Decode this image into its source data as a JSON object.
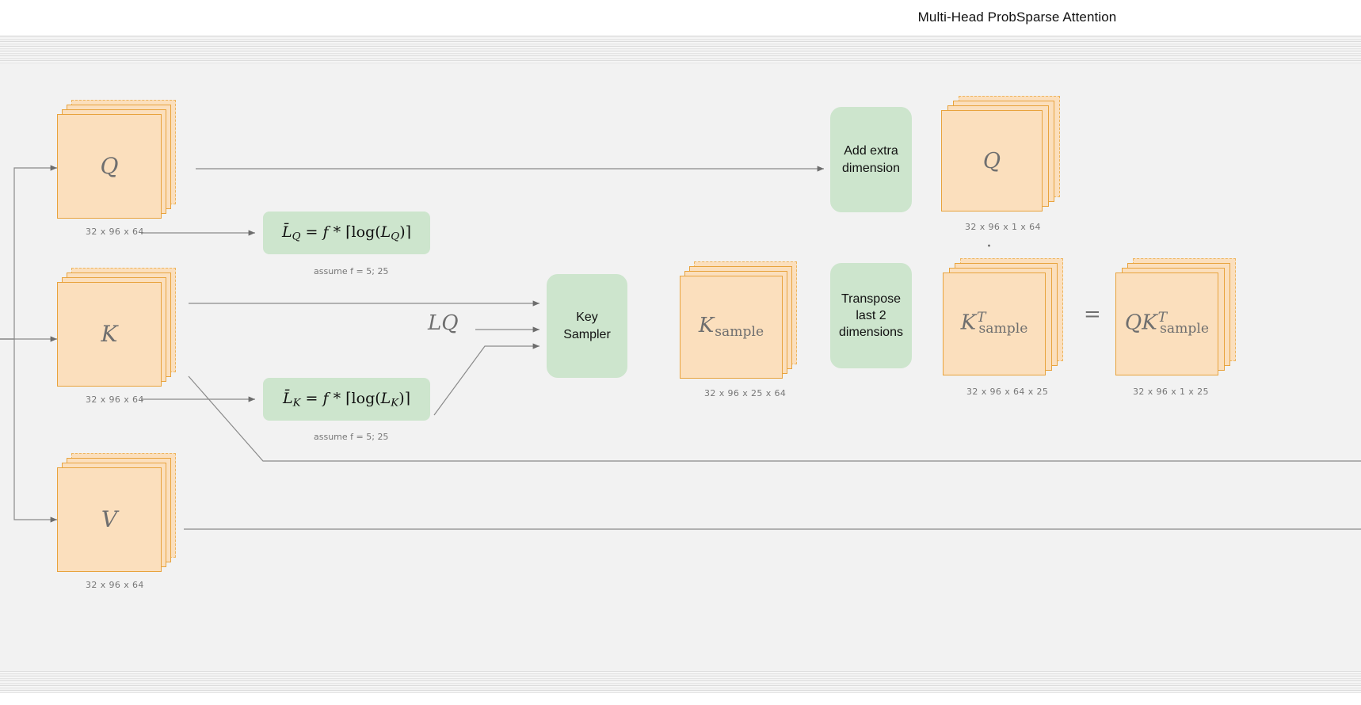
{
  "header": {
    "title": "Multi-Head ProbSparse Attention"
  },
  "diagram": {
    "tensors": [
      {
        "id": "q-input",
        "label": "Q",
        "dims": "32 x 96 x 64"
      },
      {
        "id": "k-input",
        "label": "K",
        "dims": "32 x 96 x 64"
      },
      {
        "id": "v-input",
        "label": "V",
        "dims": "32 x 96 x 64"
      },
      {
        "id": "q-expanded",
        "label": "Q",
        "dims": "32 x 96 x 1 x 64"
      },
      {
        "id": "k-sample",
        "label": "K",
        "sub": "sample",
        "dims": "32 x 96 x 25 x 64"
      },
      {
        "id": "k-sample-t",
        "label": "K",
        "sub": "sample",
        "sup": "T",
        "dims": "32 x 96 x 64 x 25"
      },
      {
        "id": "qk-sample-t",
        "label": "QK",
        "sub": "sample",
        "sup": "T",
        "dims": "32 x 96 x 1 x 25"
      }
    ],
    "processes": [
      {
        "id": "lq-formula",
        "text": "L̄Q = f * ⌈log(LQ)⌉",
        "caption": "assume f = 5; 25"
      },
      {
        "id": "lk-formula",
        "text": "L̄K = f * ⌈log(LK)⌉",
        "caption": "assume f = 5; 25"
      },
      {
        "id": "key-sampler",
        "line1": "Key",
        "line2": "Sampler"
      },
      {
        "id": "add-extra-dimension",
        "line1": "Add extra",
        "line2": "dimension"
      },
      {
        "id": "transpose",
        "line1": "Transpose",
        "line2": "last 2",
        "line3": "dimensions"
      }
    ],
    "math_labels": [
      {
        "id": "lq-label",
        "base": "L",
        "sub": "Q"
      }
    ],
    "operators": [
      {
        "id": "dot-operator",
        "symbol": "·"
      },
      {
        "id": "equals-operator",
        "symbol": "="
      }
    ],
    "colors": {
      "tensor_fill": "#fbdfbd",
      "tensor_border": "#e8a33d",
      "process_fill": "#cde5cd",
      "canvas": "#f2f2f2",
      "text": "#6f6f6f",
      "edge": "#8a8a8a"
    }
  }
}
